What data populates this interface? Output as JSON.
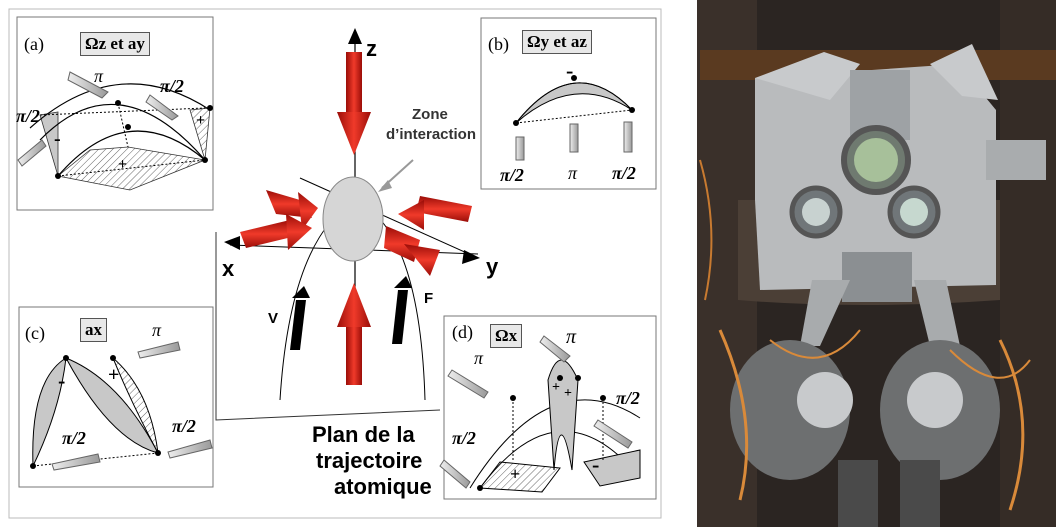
{
  "panels": {
    "a": {
      "tag": "(a)",
      "title": "Ωz et ay",
      "pi": "π",
      "pi2_left": "π/2",
      "pi2_right": "π/2",
      "minus": "-",
      "plus1": "+",
      "plus2": "+"
    },
    "b": {
      "tag": "(b)",
      "title": "Ωy et az",
      "minus": "-",
      "pi2_left": "π/2",
      "pi": "π",
      "pi2_right": "π/2"
    },
    "c": {
      "tag": "(c)",
      "title": "ax",
      "pi": "π",
      "minus": "-",
      "plus": "+",
      "pi2_left": "π/2",
      "pi2_right": "π/2"
    },
    "d": {
      "tag": "(d)",
      "title": "Ωx",
      "pi_left": "π",
      "pi_right": "π",
      "pi2_left": "π/2",
      "pi2_right": "π/2",
      "plus1": "+",
      "plus2": "+",
      "plus3": "+",
      "minus": "-"
    }
  },
  "center": {
    "axis_z": "z",
    "axis_x": "x",
    "axis_y": "y",
    "zone_line1": "Zone",
    "zone_line2": "d’interaction",
    "v": "V",
    "f": "F",
    "plan_line1": "Plan de la",
    "plan_line2": "trajectoire",
    "plan_line3": "atomique"
  },
  "colors": {
    "red": "#e0201a",
    "dark_red": "#9a0d08",
    "hatch": "#7a7a7a",
    "grey_fill": "#c8c8c8"
  }
}
